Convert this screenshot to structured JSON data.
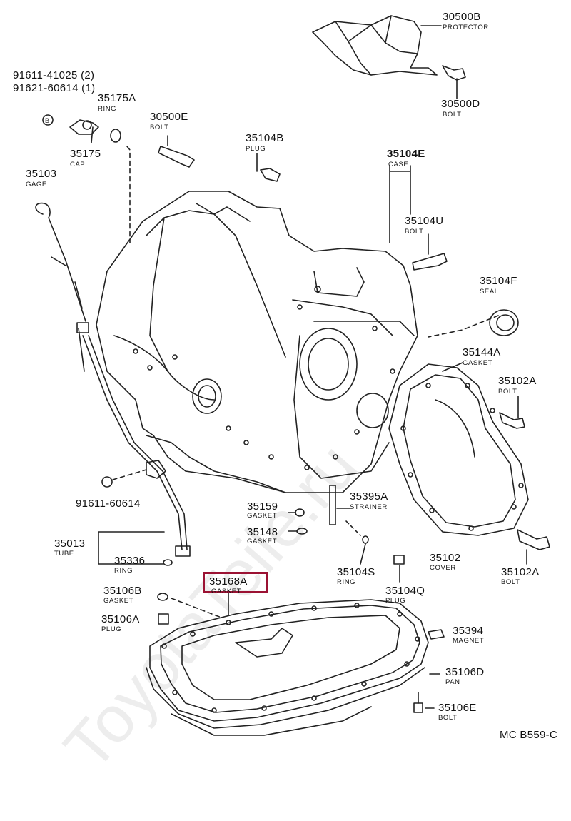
{
  "watermark": "ToyotaTeile.ru",
  "highlight_color": "#9b1233",
  "diagram_code": "MC  B559-C",
  "parts": {
    "p30500B": {
      "num": "30500B",
      "name": "PROTECTOR"
    },
    "p30500D": {
      "num": "30500D",
      "name": "BOLT"
    },
    "p91611_41025": {
      "num": "91611-41025 (2)"
    },
    "p91621_60614": {
      "num": "91621-60614 (1)"
    },
    "p35175A": {
      "num": "35175A",
      "name": "RING"
    },
    "p35175": {
      "num": "35175",
      "name": "CAP"
    },
    "p30500E": {
      "num": "30500E",
      "name": "BOLT"
    },
    "p35104B": {
      "num": "35104B",
      "name": "PLUG"
    },
    "p35104E": {
      "num": "35104E",
      "name": "CASE"
    },
    "p35103": {
      "num": "35103",
      "name": "GAGE"
    },
    "p35104U": {
      "num": "35104U",
      "name": "BOLT"
    },
    "p35104F": {
      "num": "35104F",
      "name": "SEAL"
    },
    "p35144A": {
      "num": "35144A",
      "name": "GASKET"
    },
    "p35102A_top": {
      "num": "35102A",
      "name": "BOLT"
    },
    "p91611_60614": {
      "num": "91611-60614"
    },
    "p35395A": {
      "num": "35395A",
      "name": "STRAINER"
    },
    "p35159": {
      "num": "35159",
      "name": "GASKET"
    },
    "p35148": {
      "num": "35148",
      "name": "GASKET"
    },
    "p35013": {
      "num": "35013",
      "name": "TUBE"
    },
    "p35336": {
      "num": "35336",
      "name": "RING"
    },
    "p35104S": {
      "num": "35104S",
      "name": "RING"
    },
    "p35102": {
      "num": "35102",
      "name": "COVER"
    },
    "p35102A_bot": {
      "num": "35102A",
      "name": "BOLT"
    },
    "p35168A": {
      "num": "35168A",
      "name": "GASKET"
    },
    "p35104Q": {
      "num": "35104Q",
      "name": "PLUG"
    },
    "p35106B": {
      "num": "35106B",
      "name": "GASKET"
    },
    "p35106A": {
      "num": "35106A",
      "name": "PLUG"
    },
    "p35394": {
      "num": "35394",
      "name": "MAGNET"
    },
    "p35106D": {
      "num": "35106D",
      "name": "PAN"
    },
    "p35106E": {
      "num": "35106E",
      "name": "BOLT"
    }
  },
  "marker_b": "B"
}
